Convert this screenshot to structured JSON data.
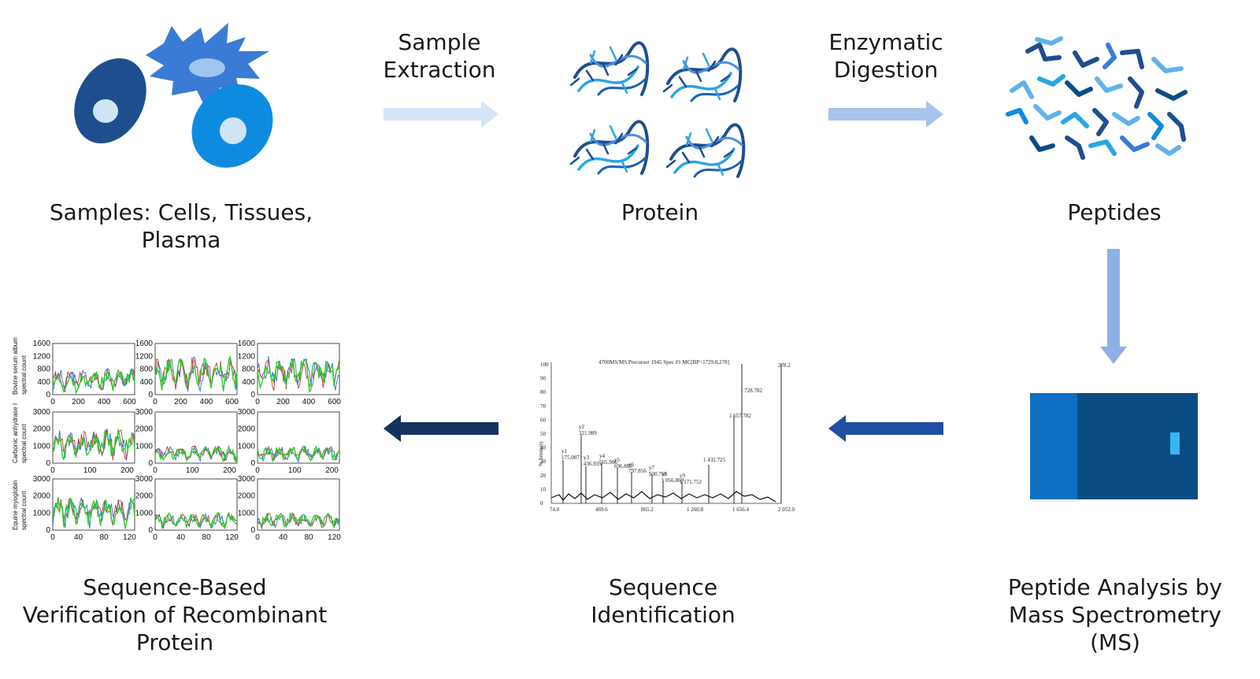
{
  "stages": {
    "samples": "Samples: Cells, Tissues,\nPlasma",
    "protein": "Protein",
    "peptides": "Peptides",
    "ms": "Peptide Analysis by\nMass Spectrometry\n(MS)",
    "sequence_id": "Sequence\nIdentification",
    "verification": "Sequence-Based\nVerification of Recombinant\nProtein"
  },
  "arrows": {
    "extraction": "Sample\nExtraction",
    "digestion": "Enzymatic\nDigestion"
  },
  "colors": {
    "dark_blue": "#1f4e8f",
    "mid_blue": "#3a7bd5",
    "light_blue": "#0e8be0",
    "pale_arrow": "#d6e4f7",
    "arrow2": "#a9c4ec",
    "arrow_down": "#8fb0e6",
    "arrow_dark": "#1e4fa3",
    "arrow_navy": "#14325f",
    "ms_left": "#0c6fc4",
    "ms_right": "#0b4d82",
    "ms_slot": "#37b6f3"
  },
  "spectrum": {
    "title": "4700MS/MS Precursor 1945 Spec #1 MC[BP=1729.8,278]",
    "ylabel": "% Intensity",
    "y_ticks": [
      "100",
      "90",
      "80",
      "70",
      "60",
      "50",
      "40",
      "30",
      "20",
      "10",
      "0"
    ],
    "x_ticks": [
      "74.0",
      "469.6",
      "865.2",
      "1 260.8",
      "1 656.4",
      "2 052.0"
    ],
    "peak_labels": [
      "y1\n175.007",
      "y2\n321.989",
      "y3\n436.935",
      "y4\n565.906",
      "y5\n696.886",
      "y6\n797.856",
      "y7\n930.758",
      "y8\n1 056.869",
      "y9\n1 171.752",
      "1 432.725",
      "1 657.782",
      "1 728.782",
      "278.2"
    ]
  },
  "grid_panels": {
    "row_labels": [
      "Bovine serum albumin\nspectral count",
      "Carbonic anhydrase I\nspectral count",
      "Equine myoglobin\nspectral count"
    ],
    "row1_yticks": [
      "1600",
      "1200",
      "800",
      "400",
      "0"
    ],
    "row1_xticks": [
      "0",
      "200",
      "400",
      "600"
    ],
    "row2_yticks": [
      "3000",
      "2000",
      "1000",
      "0"
    ],
    "row2_xticks_a": [
      "0",
      "100",
      "200"
    ],
    "row3_yticks": [
      "3000",
      "2000",
      "1000",
      "0"
    ],
    "row3_xticks": [
      "0",
      "40",
      "80",
      "120"
    ]
  }
}
